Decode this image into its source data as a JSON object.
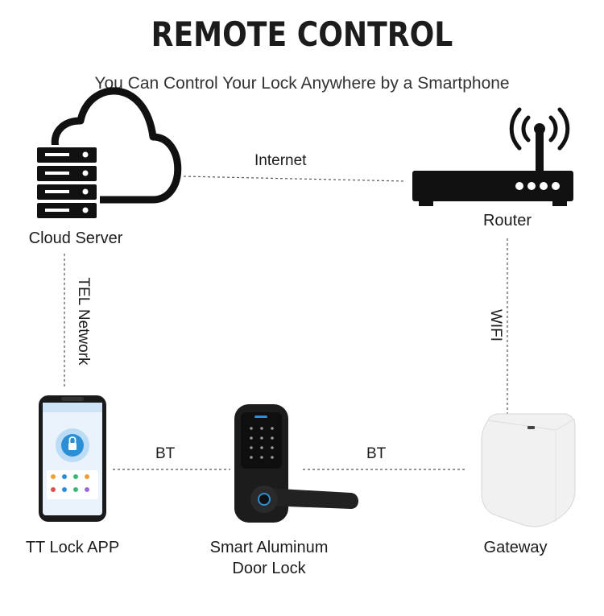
{
  "header": {
    "title": "REMOTE CONTROL",
    "subtitle": "You Can Control Your Lock Anywhere by a Smartphone"
  },
  "nodes": {
    "cloud_server": "Cloud Server",
    "router": "Router",
    "app": "TT Lock APP",
    "lock_line1": "Smart Aluminum",
    "lock_line2": "Door Lock",
    "gateway": "Gateway"
  },
  "links": {
    "internet": "Internet",
    "tel_network": "TEL Network",
    "wifi": "WIFI",
    "bt_left": "BT",
    "bt_right": "BT"
  },
  "colors": {
    "dark": "#111111",
    "accent": "#2b8fd6"
  }
}
